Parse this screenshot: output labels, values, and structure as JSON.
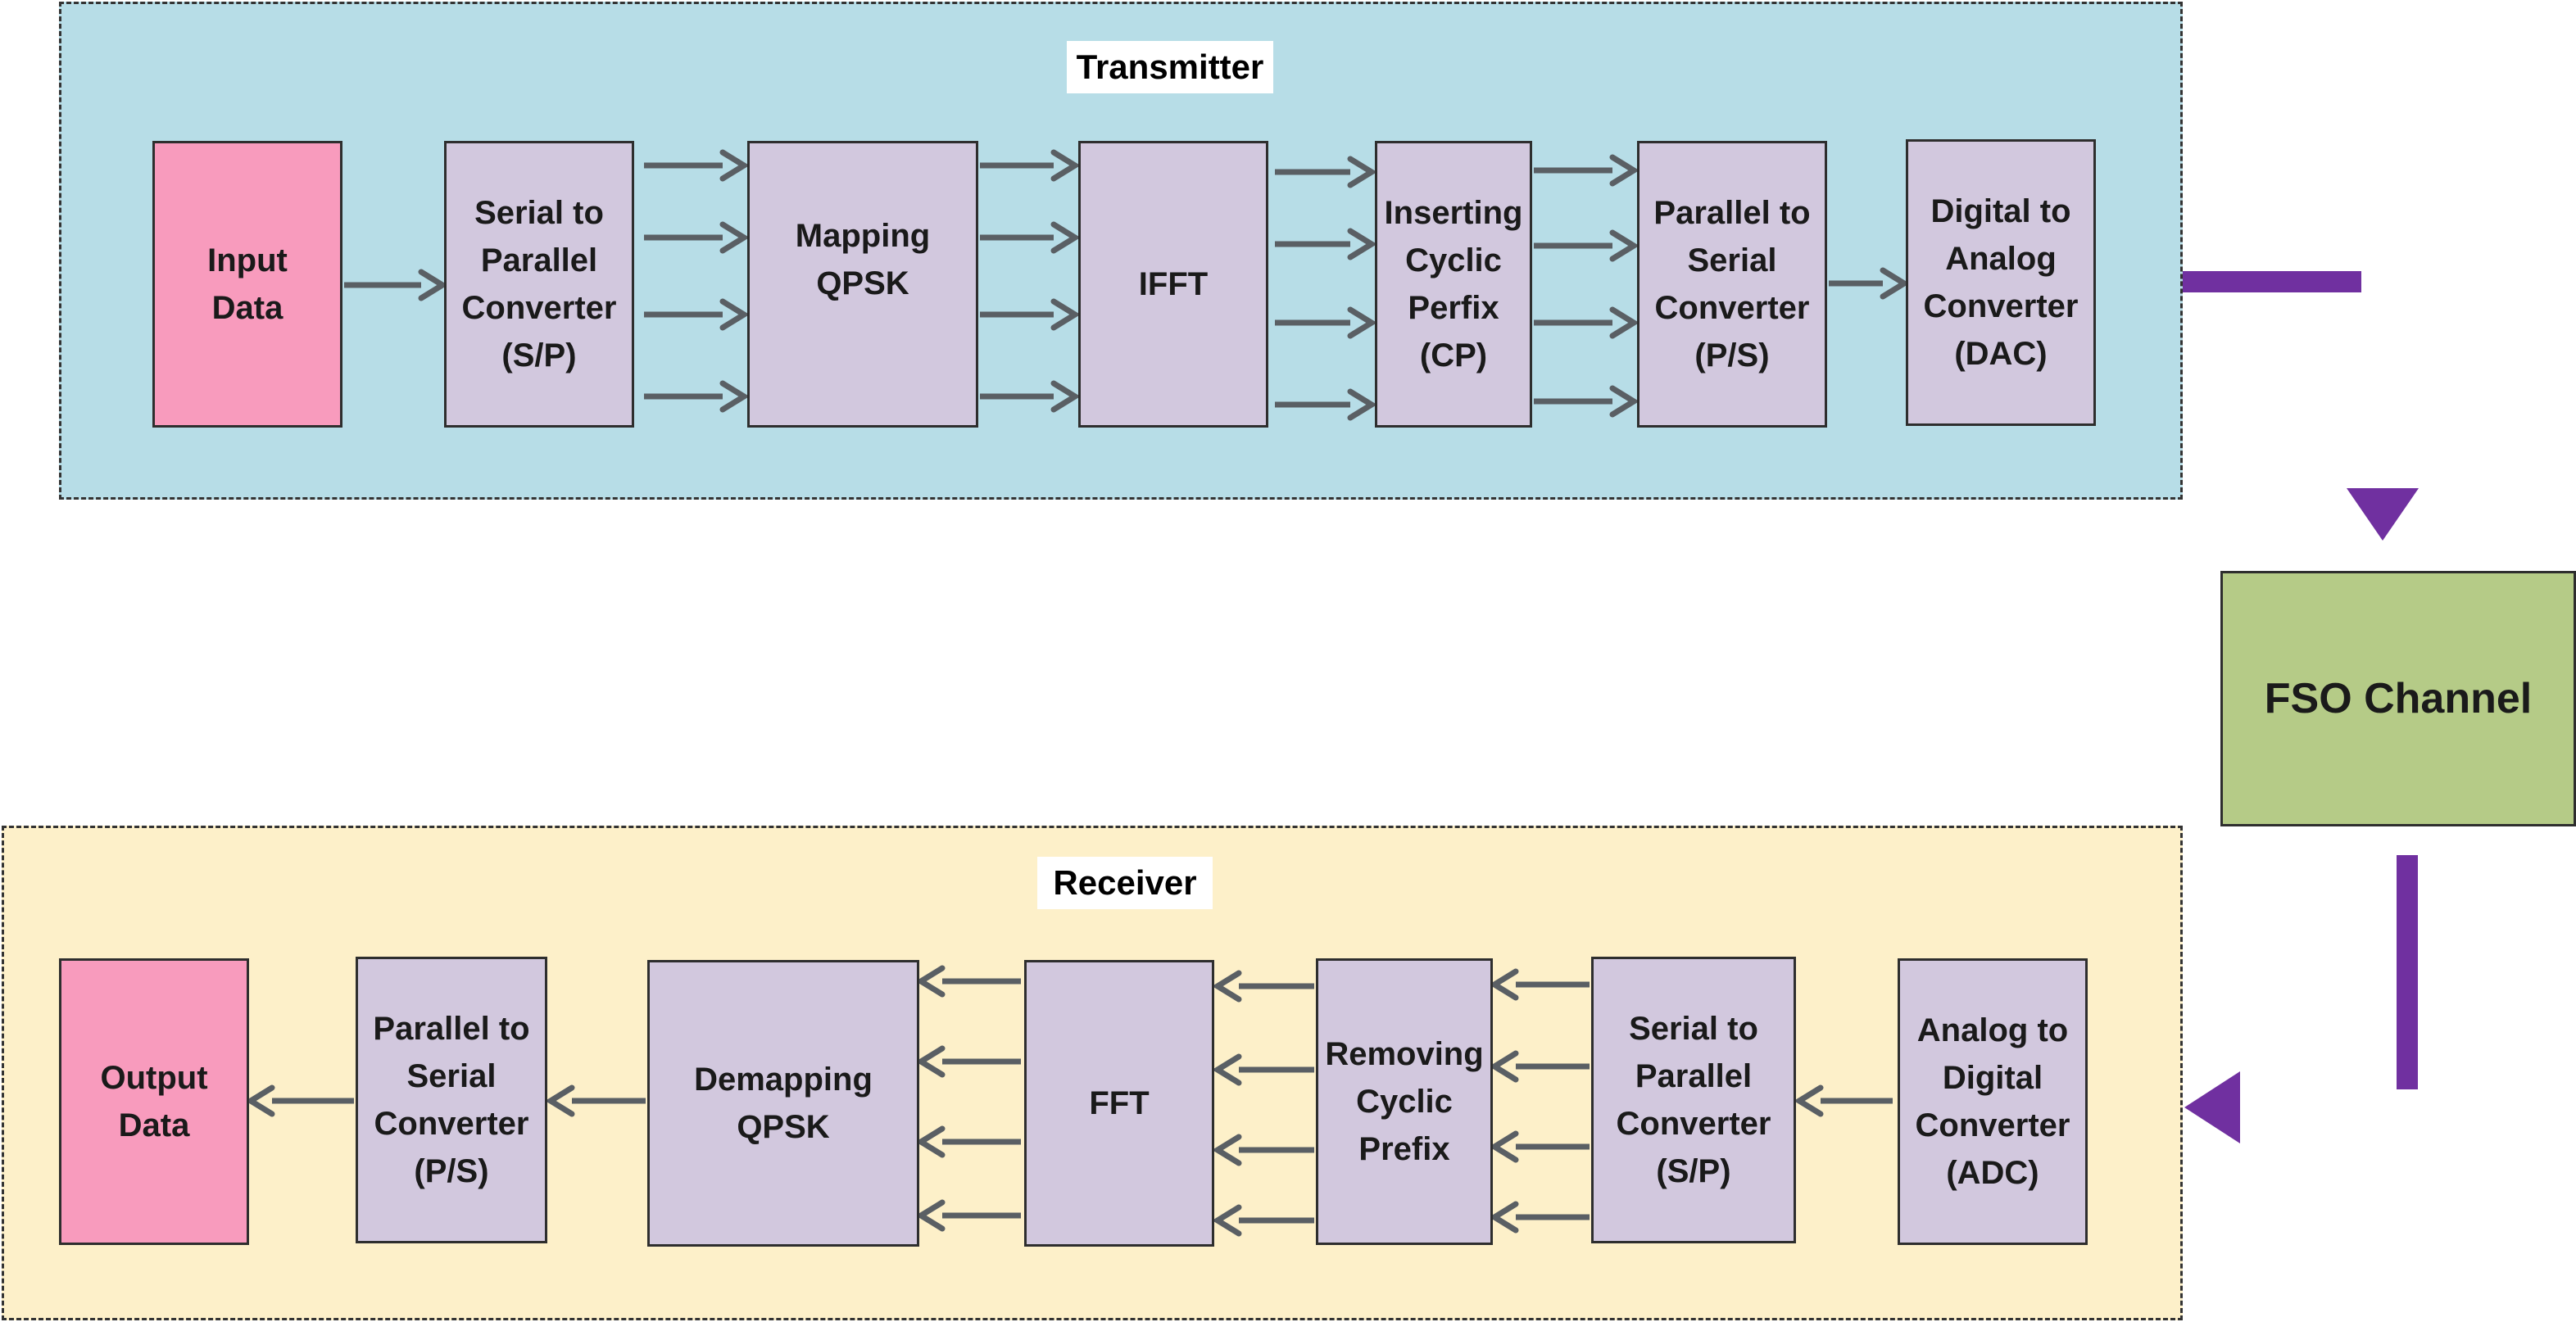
{
  "colors": {
    "transmitter_bg": "#b7dde7",
    "receiver_bg": "#fdf0c9",
    "block_fill": "#d2c8de",
    "data_block_fill": "#f89bbd",
    "channel_fill": "#b5cb87",
    "arrow": "#5a5f64",
    "channel_link": "#7030a0"
  },
  "transmitter": {
    "label": "Transmitter",
    "blocks": [
      {
        "id": "input-data",
        "text": "Input\nData"
      },
      {
        "id": "serial-to-parallel",
        "text": "Serial to\nParallel\nConverter\n(S/P)"
      },
      {
        "id": "mapping-qpsk",
        "text": "Mapping\nQPSK"
      },
      {
        "id": "ifft",
        "text": "IFFT"
      },
      {
        "id": "inserting-cyclic-prefix",
        "text": "Inserting\nCyclic\nPerfix\n(CP)"
      },
      {
        "id": "parallel-to-serial",
        "text": "Parallel to\nSerial\nConverter\n(P/S)"
      },
      {
        "id": "digital-to-analog",
        "text": "Digital to\nAnalog\nConverter\n(DAC)"
      }
    ]
  },
  "channel": {
    "text": "FSO Channel"
  },
  "receiver": {
    "label": "Receiver",
    "blocks": [
      {
        "id": "output-data",
        "text": "Output\nData"
      },
      {
        "id": "parallel-to-serial",
        "text": "Parallel to\nSerial\nConverter\n(P/S)"
      },
      {
        "id": "demapping-qpsk",
        "text": "Demapping\nQPSK"
      },
      {
        "id": "fft",
        "text": "FFT"
      },
      {
        "id": "removing-cyclic-prefix",
        "text": "Removing\nCyclic\nPrefix"
      },
      {
        "id": "serial-to-parallel",
        "text": "Serial to\nParallel\nConverter\n(S/P)"
      },
      {
        "id": "analog-to-digital",
        "text": "Analog to\nDigital\nConverter\n(ADC)"
      }
    ]
  }
}
